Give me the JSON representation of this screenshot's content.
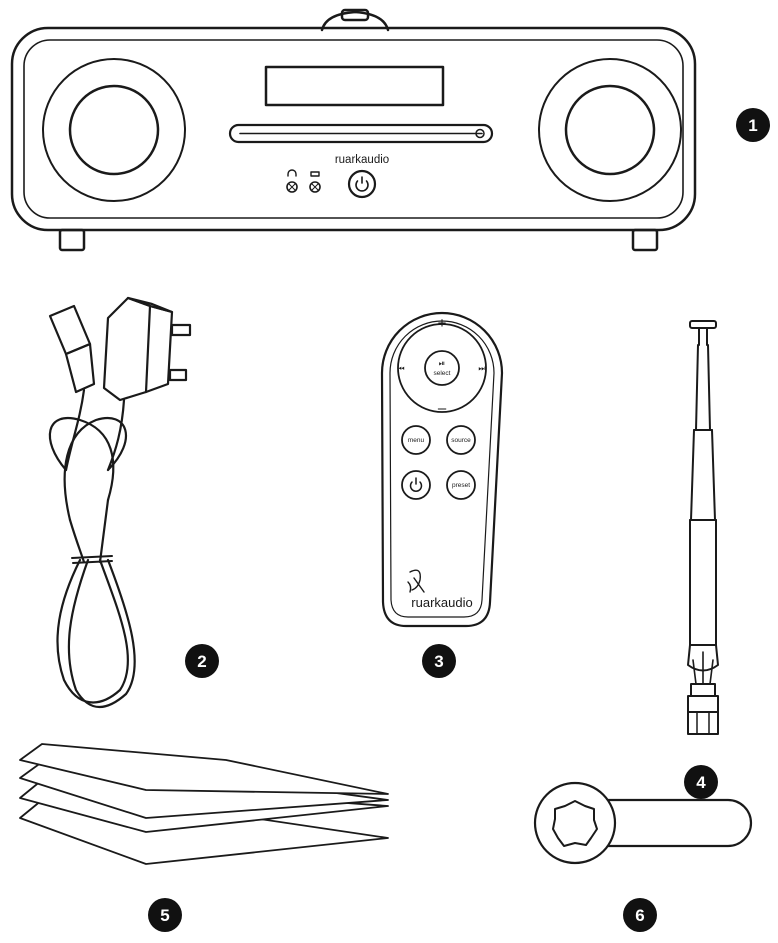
{
  "diagram": {
    "colors": {
      "line": "#1a1a1a",
      "badge_fill": "#111111",
      "badge_text": "#ffffff"
    },
    "items": [
      {
        "number": "1",
        "part": "radio-unit"
      },
      {
        "number": "2",
        "part": "power-cable"
      },
      {
        "number": "3",
        "part": "remote-control"
      },
      {
        "number": "4",
        "part": "telescopic-aerial"
      },
      {
        "number": "5",
        "part": "documents"
      },
      {
        "number": "6",
        "part": "spanner"
      }
    ],
    "radio": {
      "brand": "ruarkaudio"
    },
    "remote": {
      "plus": "+",
      "minus": "–",
      "prev": "⏮",
      "next": "⏭",
      "play_symbol": "⏯",
      "select_label": "select",
      "menu_label": "menu",
      "source_label": "source",
      "preset_label": "preset",
      "brand": "ruarkaudio"
    }
  }
}
